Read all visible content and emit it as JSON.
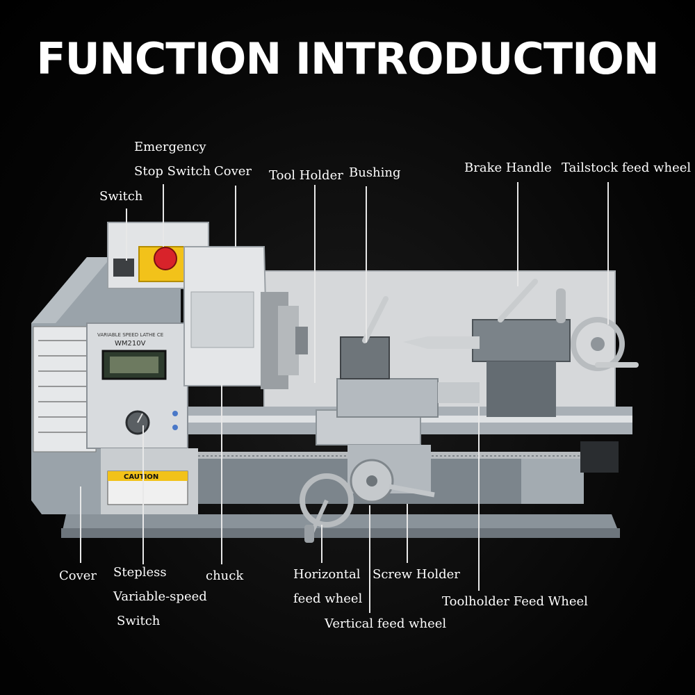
{
  "title": "FUNCTION INTRODUCTION",
  "labels": {
    "emergency_line1": "Emergency",
    "emergency_line2": "Stop Switch",
    "cover_top": "Cover",
    "switch": "Switch",
    "tool_holder": "Tool Holder",
    "bushing": "Bushing",
    "brake_handle": "Brake Handle",
    "tailstock_feed_wheel": "Tailstock feed wheel",
    "cover_bottom": "Cover",
    "stepless_line1": "Stepless",
    "stepless_line2": "Variable-speed",
    "stepless_line3": "Switch",
    "chuck": "chuck",
    "horizontal_line1": "Horizontal",
    "horizontal_line2": "feed wheel",
    "screw_holder": "Screw Holder",
    "toolholder_feed_wheel": "Toolholder Feed Wheel",
    "vertical_feed_wheel": "Vertical feed wheel"
  },
  "machine": {
    "panel_header": "VARIABLE SPEED LATHE CE",
    "model": "WM210V",
    "caution": "CAUTION"
  },
  "colors": {
    "background": "#000000",
    "label_text": "#ffffff",
    "machine_gray": "#8f98a0",
    "machine_light": "#d9dcde",
    "estop_yellow": "#f2c21a",
    "estop_red": "#d8232a"
  }
}
